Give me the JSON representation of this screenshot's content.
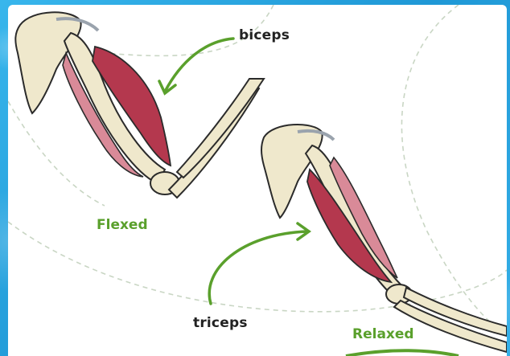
{
  "labels": {
    "biceps": "biceps",
    "triceps": "triceps",
    "flexed": "Flexed",
    "relaxed": "Relaxed"
  },
  "colors": {
    "accent_green": "#5aa02c",
    "muscle_dark": "#b4384e",
    "muscle_light": "#d98a98",
    "bone": "#efe8cc",
    "background": "#2aa6e0"
  }
}
